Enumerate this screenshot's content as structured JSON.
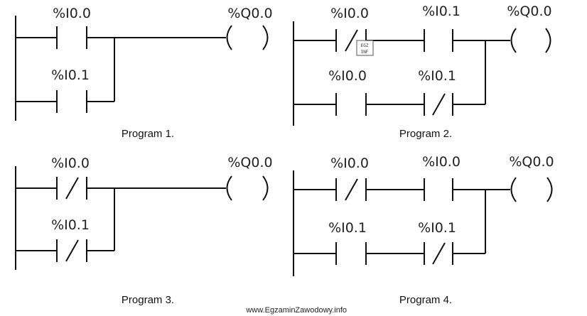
{
  "programs": [
    {
      "caption": "Program 1.",
      "rung1": {
        "contact_a": "%I0.0",
        "coil": "%Q0.0"
      },
      "rung2": {
        "contact_a": "%I0.1"
      }
    },
    {
      "caption": "Program 2.",
      "rung1": {
        "contact_a": "%I0.0",
        "contact_b": "%I0.1",
        "coil": "%Q0.0"
      },
      "rung2": {
        "contact_a": "%I0.0",
        "contact_b": "%I0.1"
      }
    },
    {
      "caption": "Program 3.",
      "rung1": {
        "contact_a": "%I0.0",
        "coil": "%Q0.0"
      },
      "rung2": {
        "contact_a": "%I0.1"
      }
    },
    {
      "caption": "Program 4.",
      "rung1": {
        "contact_a": "%I0.0",
        "contact_b": "%I0.0",
        "coil": "%Q0.0"
      },
      "rung2": {
        "contact_a": "%I0.1",
        "contact_b": "%I0.1"
      }
    }
  ],
  "logo": {
    "line1": "EGZ",
    "line2": "INF"
  },
  "watermark": "www.EgzaminZawodowy.info"
}
